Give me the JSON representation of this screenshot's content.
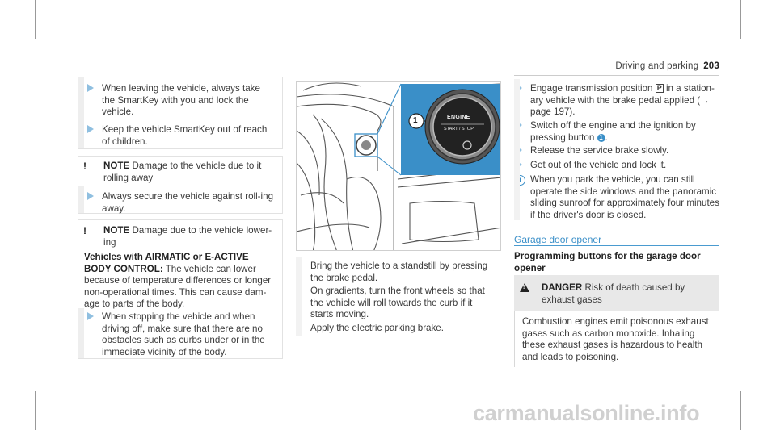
{
  "header": {
    "section": "Driving and parking",
    "page": "203"
  },
  "col1": {
    "steps_top": [
      "When leaving the vehicle, always take the SmartKey with you and lock the vehicle.",
      "Keep the vehicle SmartKey out of reach of children."
    ],
    "note1": {
      "label": "NOTE",
      "text": "Damage to the vehicle due to it rolling away"
    },
    "note1_step": "Always secure the vehicle against roll-ing away.",
    "note2": {
      "label": "NOTE",
      "text": "Damage due to the vehicle lower-ing"
    },
    "note2_para_bold": "Vehicles with AIRMATIC or E-ACTIVE BODY CONTROL:",
    "note2_para": "The vehicle can lower because of temperature differences or longer non-operational times. This can cause dam-age to parts of the body.",
    "note2_step": "When stopping the vehicle and when driving off, make sure that there are no obstacles such as curbs under or in the immediate vicinity of the body."
  },
  "figure": {
    "callout": "1",
    "button_line1": "ENGINE",
    "button_line2": "START / STOP",
    "button_icon": "auto-start-stop-icon"
  },
  "col2": {
    "steps": [
      "Bring the vehicle to a standstill by pressing the brake pedal.",
      "On gradients, turn the front wheels so that the vehicle will roll towards the curb if it starts moving.",
      "Apply the electric parking brake."
    ]
  },
  "col3": {
    "step1_pre": "Engage transmission position",
    "step1_gear": "P",
    "step1_post": "in a station-ary vehicle with the brake pedal applied (→ page 197).",
    "step2_pre": "Switch off the engine and the ignition by pressing button",
    "step2_num": "1",
    "step3": "Release the service brake slowly.",
    "step4": "Get out of the vehicle and lock it.",
    "info": "When you park the vehicle, you can still operate the side windows and the panoramic sliding sunroof for approximately four minutes if the driver's door is closed.",
    "section_title": "Garage door opener",
    "subhead": "Programming buttons for the garage door opener",
    "danger_label": "DANGER",
    "danger_title": "Risk of death caused by exhaust gases",
    "danger_body": "Combustion engines emit poisonous exhaust gases such as carbon monoxide. Inhaling these exhaust gases is hazardous to health and leads to poisoning."
  },
  "watermark": "carmanualsonline.info"
}
